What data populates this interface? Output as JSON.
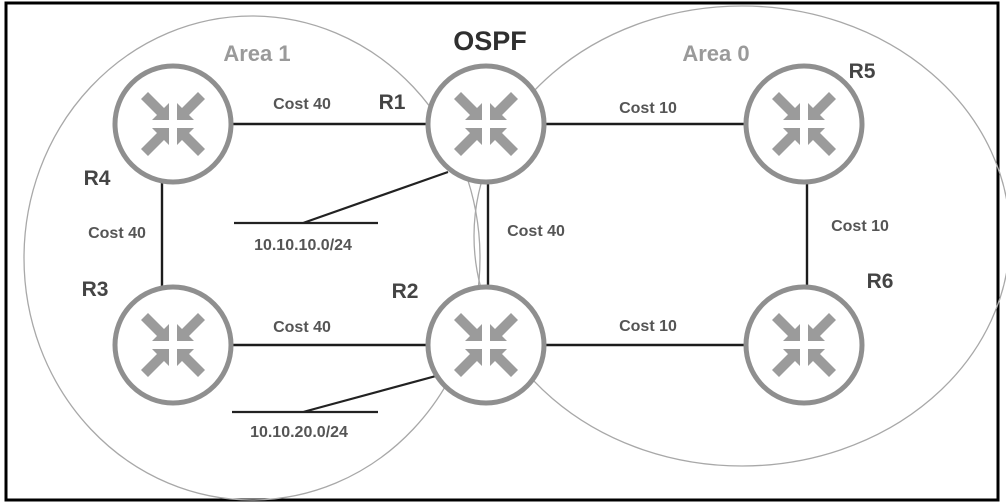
{
  "title": "OSPF",
  "areas": [
    {
      "id": "area1",
      "label": "Area 1"
    },
    {
      "id": "area0",
      "label": "Area 0"
    }
  ],
  "routers": [
    {
      "id": "R1",
      "label": "R1",
      "area": "Area 1 / Area 0 (ABR)"
    },
    {
      "id": "R2",
      "label": "R2",
      "area": "Area 1 / Area 0 (ABR)"
    },
    {
      "id": "R3",
      "label": "R3",
      "area": "Area 1"
    },
    {
      "id": "R4",
      "label": "R4",
      "area": "Area 1"
    },
    {
      "id": "R5",
      "label": "R5",
      "area": "Area 0"
    },
    {
      "id": "R6",
      "label": "R6",
      "area": "Area 0"
    }
  ],
  "links": [
    {
      "from": "R4",
      "to": "R1",
      "cost_label": "Cost 40",
      "cost": 40
    },
    {
      "from": "R4",
      "to": "R3",
      "cost_label": "Cost 40",
      "cost": 40
    },
    {
      "from": "R3",
      "to": "R2",
      "cost_label": "Cost 40",
      "cost": 40
    },
    {
      "from": "R1",
      "to": "R2",
      "cost_label": "Cost 40",
      "cost": 40
    },
    {
      "from": "R1",
      "to": "R5",
      "cost_label": "Cost 10",
      "cost": 10
    },
    {
      "from": "R5",
      "to": "R6",
      "cost_label": "Cost 10",
      "cost": 10
    },
    {
      "from": "R2",
      "to": "R6",
      "cost_label": "Cost 10",
      "cost": 10
    }
  ],
  "networks": [
    {
      "router": "R1",
      "label": "10.10.10.0/24"
    },
    {
      "router": "R2",
      "label": "10.10.20.0/24"
    }
  ],
  "colors": {
    "router_outline": "#8f8f8f",
    "router_arrows": "#9b9b9b",
    "area_outline": "#a8a8a8",
    "link": "#1c1c1c",
    "border": "#000000"
  },
  "icons": {
    "router": "router-icon"
  }
}
